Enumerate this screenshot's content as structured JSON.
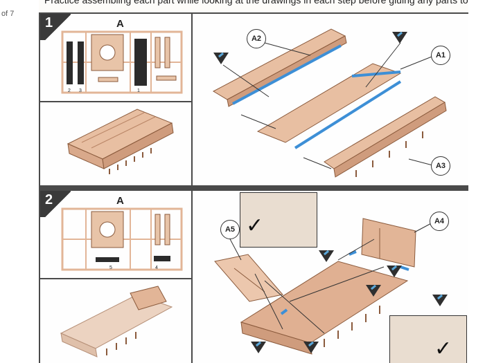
{
  "page_indicator": "of 7",
  "instructions": {
    "intro_text": "Practice assembling each part while looking at the drawings in each step before gluing any parts together."
  },
  "steps": [
    {
      "number": "1",
      "sprue_letter": "A",
      "sprue_part_numbers": [
        "2",
        "3",
        "1"
      ],
      "callouts": [
        "A2",
        "A1",
        "A3"
      ]
    },
    {
      "number": "2",
      "sprue_letter": "A",
      "sprue_part_numbers": [
        "5",
        "4"
      ],
      "callouts": [
        "A5",
        "A4"
      ]
    }
  ],
  "colors": {
    "part_fill": "#e2b597",
    "part_edge": "#8a5a3c",
    "glue_blue": "#3d8fd6",
    "frame_border": "#4a4a4a",
    "badge_dark": "#3a3a3a"
  },
  "icons": {
    "glue": "glue-brush-icon",
    "check": "checkmark-icon"
  }
}
